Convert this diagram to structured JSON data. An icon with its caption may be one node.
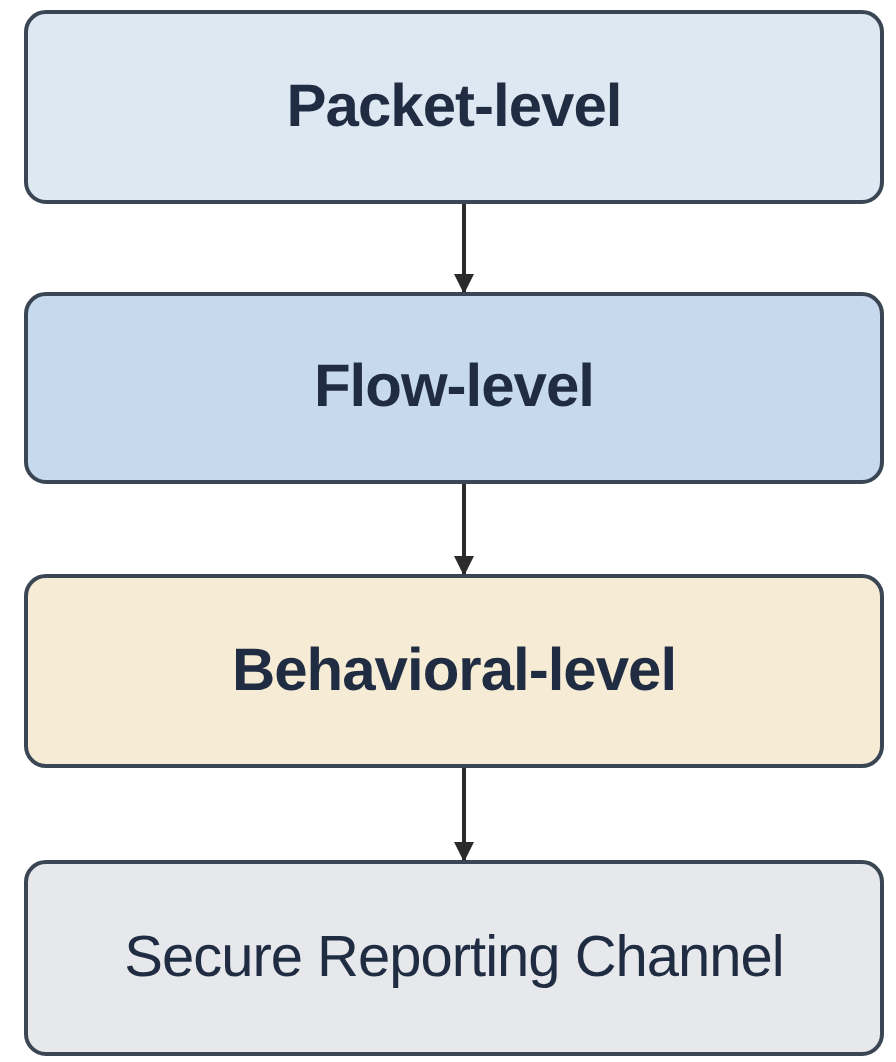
{
  "diagram": {
    "nodes": [
      {
        "text": [
          "Packet-level"
        ]
      },
      {
        "text": [
          "Flow-level"
        ]
      },
      {
        "text": [
          "Behavioral-level"
        ]
      },
      {
        "text": [
          "Secure Reporting Channel"
        ]
      }
    ],
    "edges": [
      {
        "from": 0,
        "to": 1,
        "arrow": "to"
      },
      {
        "from": 1,
        "to": 2,
        "arrow": "to"
      },
      {
        "from": 2,
        "to": 3,
        "arrow": "to"
      }
    ]
  }
}
